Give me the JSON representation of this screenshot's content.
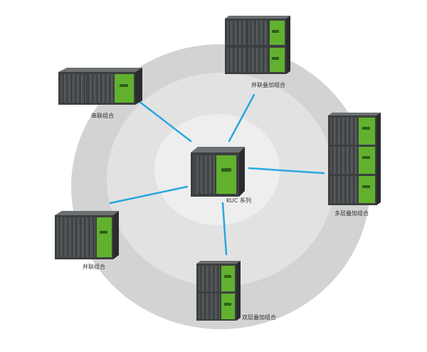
{
  "colors": {
    "ring_outer": "#d3d3d3",
    "ring_middle": "#e2e2e2",
    "ring_inner": "#eeeeee",
    "connector": "#2aa7df",
    "housing": "#3c3f40",
    "panel": "#61b12f"
  },
  "hub": {
    "label": "KUC 系列"
  },
  "nodes": [
    {
      "id": "series",
      "label": "串联组合"
    },
    {
      "id": "parallel-stack",
      "label": "并联叠加组合"
    },
    {
      "id": "multi-layer",
      "label": "多层叠加组合"
    },
    {
      "id": "double-layer",
      "label": "双层叠加组合"
    },
    {
      "id": "parallel",
      "label": "并联组合"
    }
  ]
}
